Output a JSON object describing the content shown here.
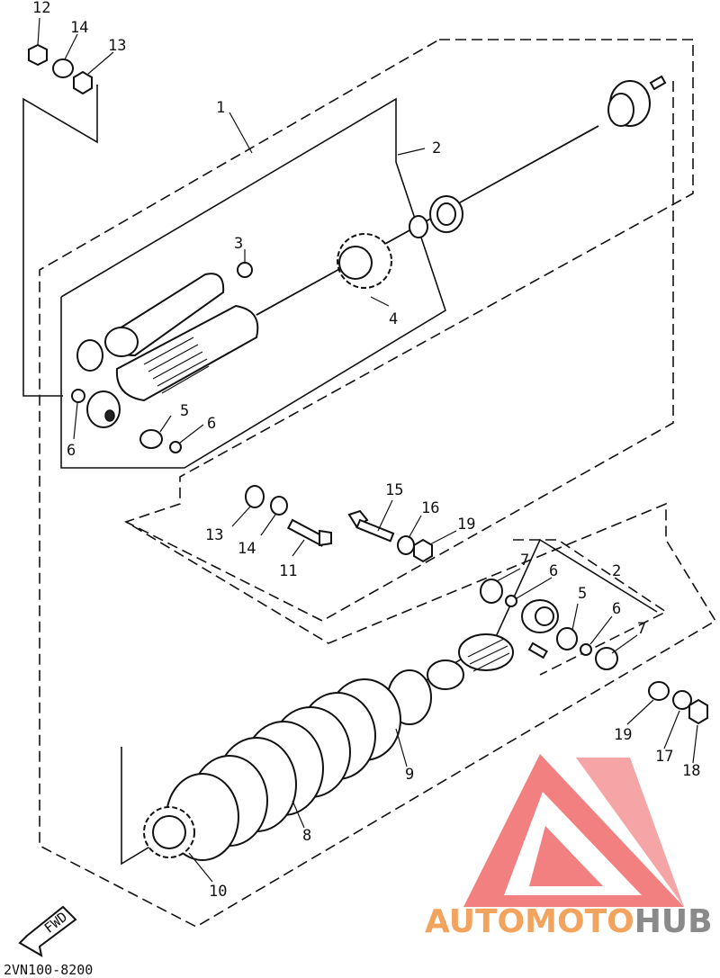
{
  "diagram_code": "2VN100-8200",
  "fwd_label": "FWD",
  "watermark": {
    "part1": "AUTOMOTO",
    "part2": "HUB",
    "color_orange": "#f2a35e",
    "color_grey": "#8a8a8a",
    "color_red": "#f06a6a"
  },
  "callouts": [
    {
      "id": "c-12a",
      "text": "12"
    },
    {
      "id": "c-14a",
      "text": "14"
    },
    {
      "id": "c-13a",
      "text": "13"
    },
    {
      "id": "c-1",
      "text": "1"
    },
    {
      "id": "c-2a",
      "text": "2"
    },
    {
      "id": "c-3",
      "text": "3"
    },
    {
      "id": "c-4",
      "text": "4"
    },
    {
      "id": "c-5a",
      "text": "5"
    },
    {
      "id": "c-6a",
      "text": "6"
    },
    {
      "id": "c-6b",
      "text": "6"
    },
    {
      "id": "c-13b",
      "text": "13"
    },
    {
      "id": "c-14b",
      "text": "14"
    },
    {
      "id": "c-11",
      "text": "11"
    },
    {
      "id": "c-15",
      "text": "15"
    },
    {
      "id": "c-16",
      "text": "16"
    },
    {
      "id": "c-19a",
      "text": "19"
    },
    {
      "id": "c-7a",
      "text": "7"
    },
    {
      "id": "c-6c",
      "text": "6"
    },
    {
      "id": "c-2b",
      "text": "2"
    },
    {
      "id": "c-5b",
      "text": "5"
    },
    {
      "id": "c-6d",
      "text": "6"
    },
    {
      "id": "c-7b",
      "text": "7"
    },
    {
      "id": "c-19b",
      "text": "19"
    },
    {
      "id": "c-17",
      "text": "17"
    },
    {
      "id": "c-18",
      "text": "18"
    },
    {
      "id": "c-9",
      "text": "9"
    },
    {
      "id": "c-8",
      "text": "8"
    },
    {
      "id": "c-10",
      "text": "10"
    }
  ]
}
